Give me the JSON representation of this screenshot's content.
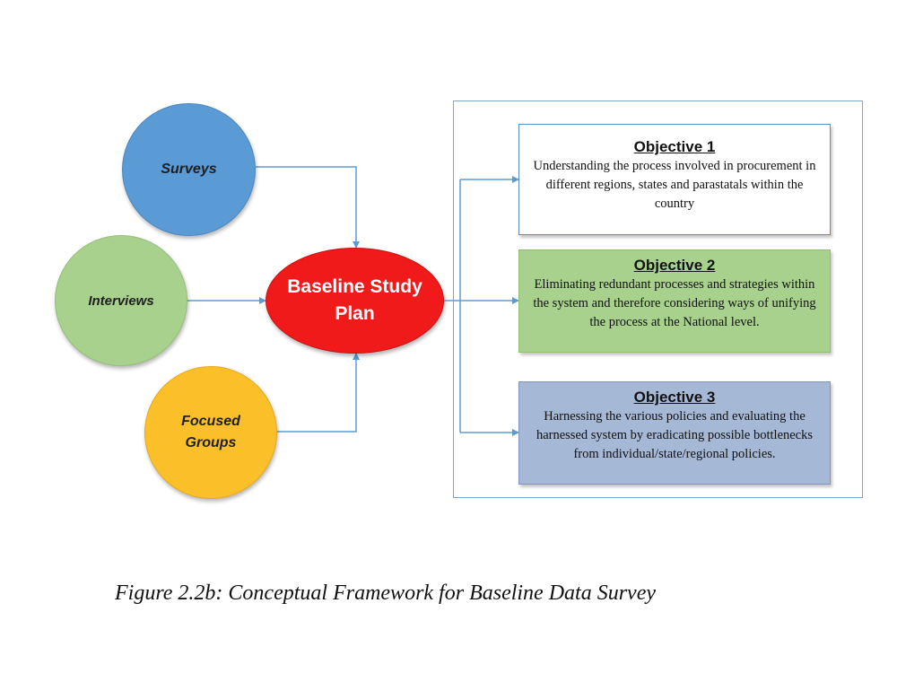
{
  "diagram": {
    "sources": [
      {
        "id": "surveys",
        "label": "Surveys",
        "color": "#5b9bd5"
      },
      {
        "id": "interviews",
        "label": "Interviews",
        "color": "#a9d18e"
      },
      {
        "id": "focused",
        "label": "Focused\nGroups",
        "color": "#fbbf2a"
      }
    ],
    "center": {
      "label": "Baseline Study\nPlan",
      "color": "#f01a1a"
    },
    "objectives": [
      {
        "title": "Objective 1",
        "text": "Understanding the process involved in procurement in different regions, states and parastatals within the country",
        "color": "#ffffff"
      },
      {
        "title": "Objective 2",
        "text": "Eliminating redundant processes and strategies within the system and therefore considering ways of unifying the process at the National level.",
        "color": "#a9d18e"
      },
      {
        "title": "Objective 3",
        "text": "Harnessing the various policies and evaluating the harnessed system by eradicating possible bottlenecks from individual/state/regional policies.",
        "color": "#a5b8d6"
      }
    ],
    "connector_color": "#5b9bd5"
  },
  "caption": "Figure 2.2b: Conceptual Framework for Baseline Data Survey"
}
